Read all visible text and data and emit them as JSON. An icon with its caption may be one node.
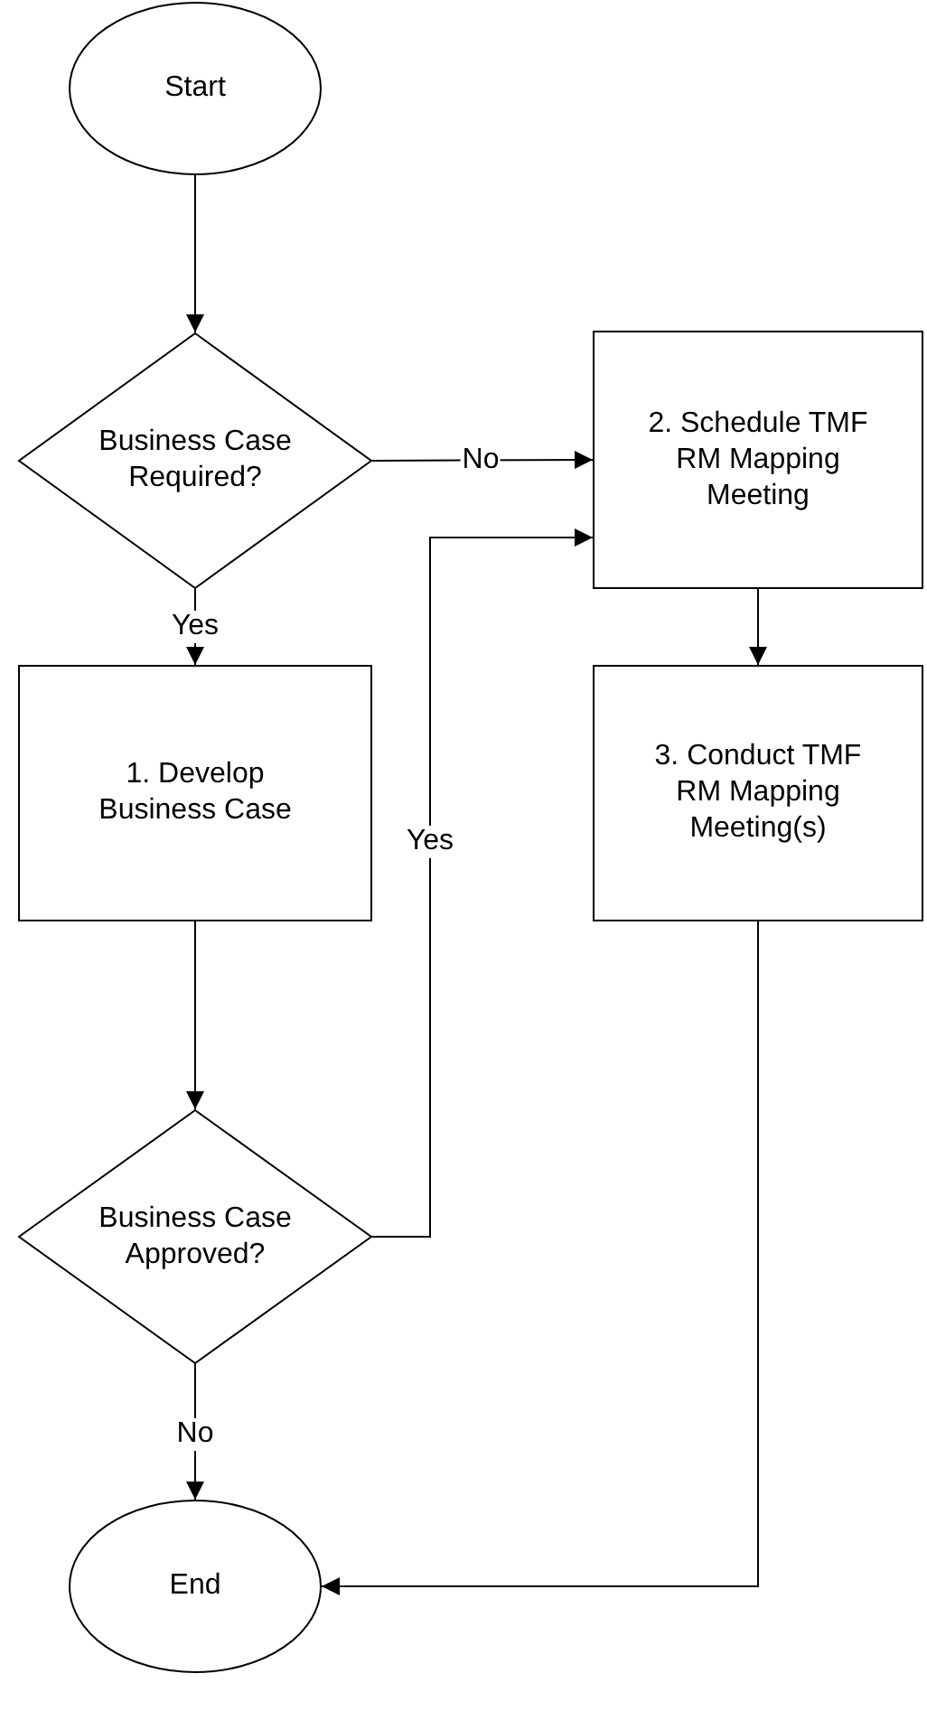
{
  "diagram": {
    "nodes": [
      {
        "text": [
          "Start"
        ]
      },
      {
        "text": [
          "Business Case Required?"
        ]
      },
      {
        "text": [
          "2. Schedule TMF RM Mapping Meeting"
        ]
      },
      {
        "text": [
          "1. Develop Business Case"
        ]
      },
      {
        "text": [
          "3. Conduct TMF RM Mapping Meeting(s)"
        ]
      },
      {
        "text": [
          "Business Case Approved?"
        ]
      },
      {
        "text": [
          "End"
        ]
      }
    ],
    "edges": [
      {
        "from": 0,
        "to": 1,
        "arrow": "to"
      },
      {
        "from": 1,
        "to": 2,
        "arrow": "to",
        "label": "No"
      },
      {
        "from": 1,
        "to": 3,
        "arrow": "to",
        "label": "Yes"
      },
      {
        "from": 3,
        "to": 5,
        "arrow": "to"
      },
      {
        "from": 5,
        "to": 2,
        "arrow": "to",
        "label": "Yes"
      },
      {
        "from": 2,
        "to": 4,
        "arrow": "to"
      },
      {
        "from": 5,
        "to": 6,
        "arrow": "to",
        "label": "No"
      },
      {
        "from": 4,
        "to": 6,
        "arrow": "to"
      }
    ]
  }
}
